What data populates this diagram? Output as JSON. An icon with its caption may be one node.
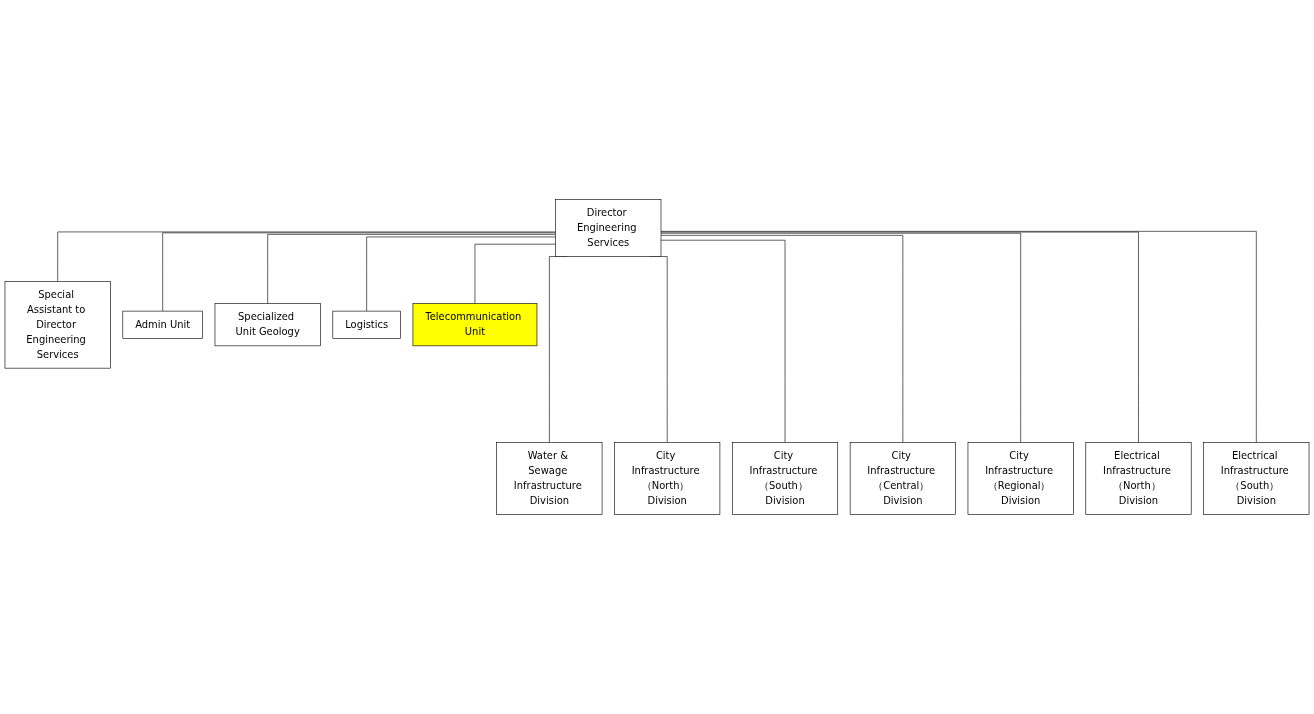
{
  "diagram": {
    "nodes": [
      {
        "text": [
          "Director Engineering Services"
        ]
      },
      {
        "text": [
          "Special Assistant to Director Engineering Services"
        ]
      },
      {
        "text": [
          "Admin Unit"
        ]
      },
      {
        "text": [
          "Specialized Unit Geology"
        ]
      },
      {
        "text": [
          "Logistics"
        ]
      },
      {
        "text": [
          "Telecommunication Unit"
        ]
      },
      {
        "text": [
          "Water & Sewage Infrastructure Division"
        ]
      },
      {
        "text": [
          "City Infrastructure （North） Division"
        ]
      },
      {
        "text": [
          "City Infrastructure （South） Division"
        ]
      },
      {
        "text": [
          "City Infrastructure （Central） Division"
        ]
      },
      {
        "text": [
          "City Infrastructure （Regional） Division"
        ]
      },
      {
        "text": [
          "Electrical Infrastructure （North） Division"
        ]
      },
      {
        "text": [
          "Electrical Infrastructure （South） Division"
        ]
      }
    ],
    "edges": [
      {
        "from": 0,
        "to": 1,
        "arrow": "none"
      },
      {
        "from": 0,
        "to": 2,
        "arrow": "none"
      },
      {
        "from": 0,
        "to": 3,
        "arrow": "none"
      },
      {
        "from": 0,
        "to": 4,
        "arrow": "none"
      },
      {
        "from": 0,
        "to": 5,
        "arrow": "none"
      },
      {
        "from": 0,
        "to": 6,
        "arrow": "none"
      },
      {
        "from": 0,
        "to": 7,
        "arrow": "none"
      },
      {
        "from": 0,
        "to": 8,
        "arrow": "none"
      },
      {
        "from": 0,
        "to": 9,
        "arrow": "none"
      },
      {
        "from": 0,
        "to": 10,
        "arrow": "none"
      },
      {
        "from": 0,
        "to": 11,
        "arrow": "none"
      },
      {
        "from": 0,
        "to": 12,
        "arrow": "none"
      }
    ]
  }
}
